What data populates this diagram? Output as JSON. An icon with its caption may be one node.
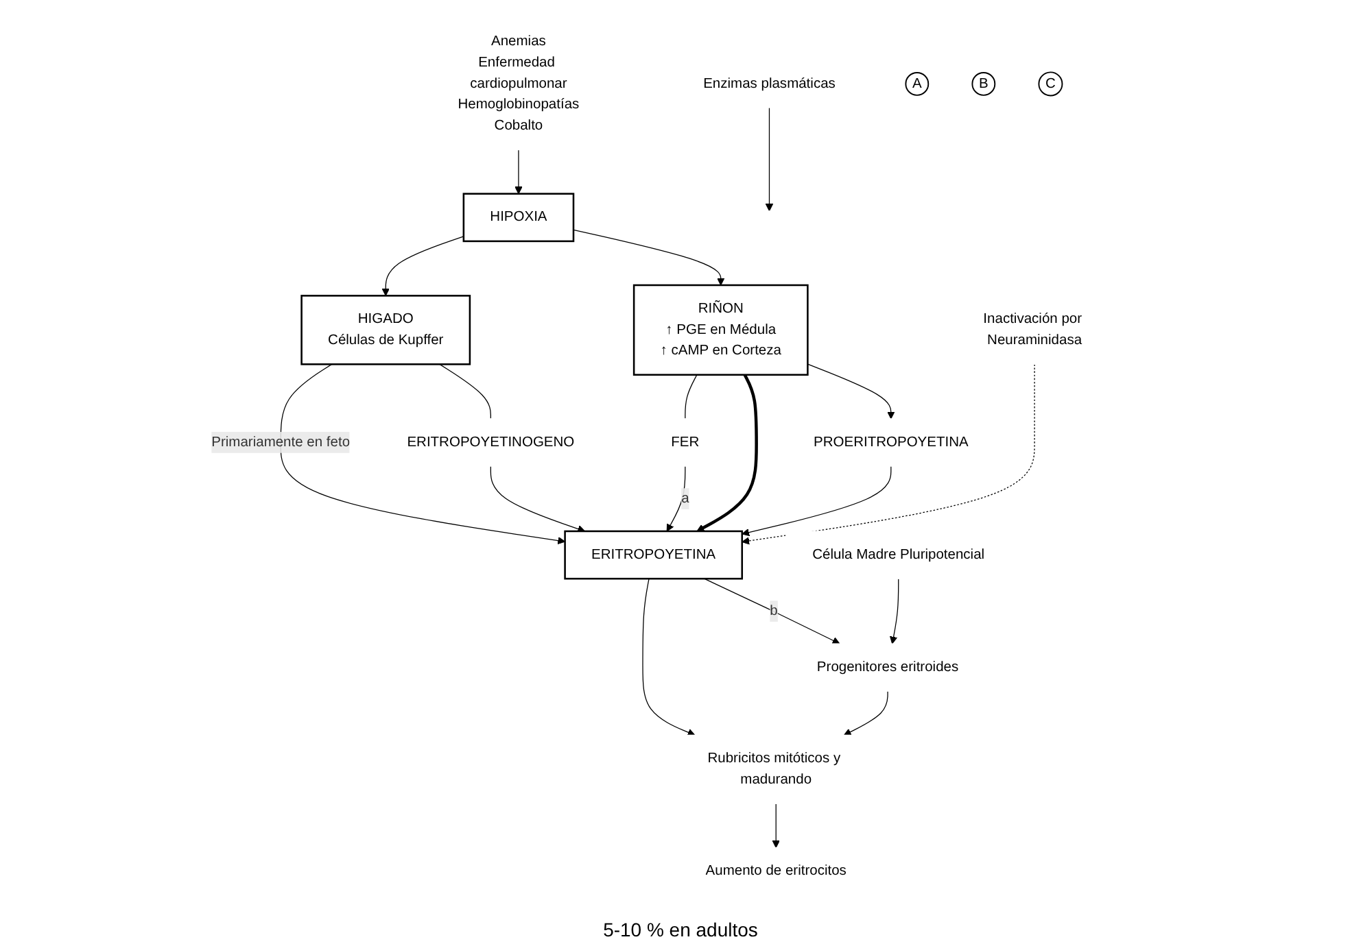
{
  "diagram": {
    "nodes": [
      {
        "text": [
          "HIPOXIA"
        ]
      },
      {
        "text": [
          "Anemias",
          "Enfermedad cardiopulmonar",
          "Hemoglobinopatías",
          "Cobalto"
        ]
      },
      {
        "text": [
          "HIGADO",
          "Células de Kupffer"
        ]
      },
      {
        "text": [
          "RIÑON",
          "↑ PGE en Médula",
          "↑ cAMP en Corteza"
        ]
      },
      {
        "text": [
          "ERITROPOYETINOGENO"
        ]
      },
      {
        "text": [
          "FER"
        ]
      },
      {
        "text": [
          "PROERITROPOYETINA"
        ]
      },
      {
        "text": [
          "Enzimas plasmáticas"
        ]
      },
      {
        "text": [
          "ERITROPOYETINA"
        ]
      },
      {
        "text": [
          "Inactivación por Neuraminidasa"
        ]
      },
      {
        "text": [
          "Célula Madre Pluripotencial"
        ]
      },
      {
        "text": [
          "Progenitores eritroides"
        ]
      },
      {
        "text": [
          "Rubricitos mitóticos y madurando"
        ]
      },
      {
        "text": [
          "Aumento de eritrocitos"
        ]
      },
      {
        "text": [
          "A"
        ]
      },
      {
        "text": [
          "B"
        ]
      },
      {
        "text": [
          "C"
        ]
      }
    ],
    "edges": [
      {
        "from": 1,
        "to": 0,
        "arrow": "to"
      },
      {
        "from": 0,
        "to": 2,
        "arrow": "to"
      },
      {
        "from": 0,
        "to": 3,
        "arrow": "to"
      },
      {
        "from": 2,
        "to": 4,
        "arrow": "none"
      },
      {
        "from": 2,
        "to": 8,
        "arrow": "to",
        "label": "Primariamente en feto"
      },
      {
        "from": 4,
        "to": 8,
        "arrow": "to"
      },
      {
        "from": 3,
        "to": 5,
        "arrow": "none"
      },
      {
        "from": 5,
        "to": 8,
        "arrow": "to",
        "label": "a"
      },
      {
        "from": 3,
        "to": 8,
        "arrow": "to",
        "style": "thick"
      },
      {
        "from": 3,
        "to": 6,
        "arrow": "to"
      },
      {
        "from": 6,
        "to": 8,
        "arrow": "to"
      },
      {
        "from": 7,
        "to": null,
        "arrow": "to"
      },
      {
        "from": 9,
        "to": 8,
        "arrow": "to",
        "style": "dashed"
      },
      {
        "from": 8,
        "to": 11,
        "arrow": "to",
        "label": "b"
      },
      {
        "from": 8,
        "to": 12,
        "arrow": "to"
      },
      {
        "from": 10,
        "to": 11,
        "arrow": "to"
      },
      {
        "from": 11,
        "to": 12,
        "arrow": "to"
      },
      {
        "from": 12,
        "to": 13,
        "arrow": "to"
      }
    ],
    "labels": [
      "5-10 % en adultos"
    ]
  }
}
